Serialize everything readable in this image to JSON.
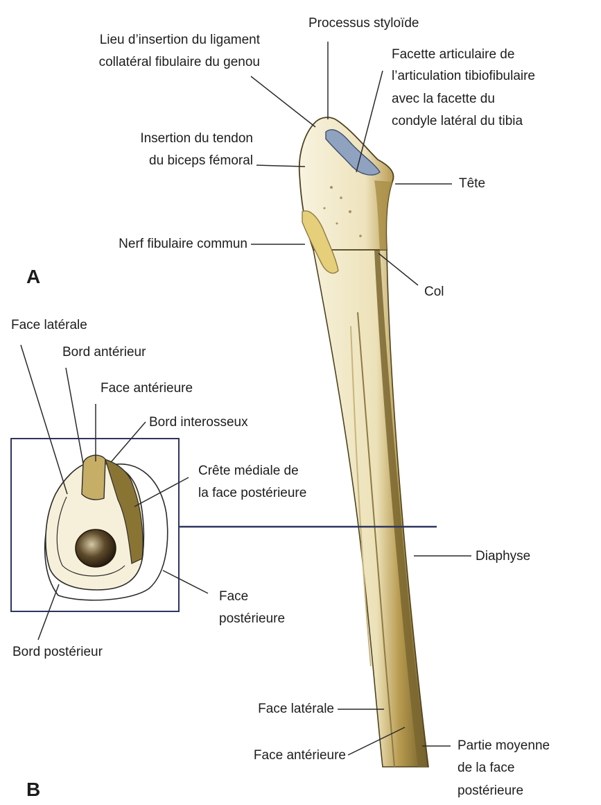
{
  "part_labels": {
    "a": "A",
    "b": "B"
  },
  "labels": {
    "processus": "Processus styloïde",
    "lieu_1": "Lieu d’insertion du ligament",
    "lieu_2": "collatéral fibulaire du genou",
    "facette_1": "Facette articulaire de",
    "facette_2": "l’articulation tibiofibulaire",
    "facette_3": "avec la facette du",
    "facette_4": "condyle latéral du tibia",
    "biceps_1": "Insertion du tendon",
    "biceps_2": "du biceps fémoral",
    "tete": "Tête",
    "nerf": "Nerf fibulaire commun",
    "col": "Col",
    "face_laterale_b": "Face latérale",
    "bord_anterieur": "Bord antérieur",
    "face_anterieure_b": "Face antérieure",
    "bord_interosseux": "Bord interosseux",
    "crete_1": "Crête médiale de",
    "crete_2": "la face postérieure",
    "diaphyse": "Diaphyse",
    "face_post_1": "Face",
    "face_post_2": "postérieure",
    "bord_posterieur": "Bord postérieur",
    "face_laterale": "Face latérale",
    "face_anterieure": "Face antérieure",
    "partie_1": "Partie moyenne",
    "partie_2": "de la face",
    "partie_3": "postérieure"
  },
  "colors": {
    "bone_light": "#f3ecd2",
    "bone_shadow": "#c9b26f",
    "bone_dark": "#6b5a26",
    "articular_facet": "#8fa2c0",
    "inset_border": "#2d3560",
    "leader_line": "#2a2a2a"
  }
}
